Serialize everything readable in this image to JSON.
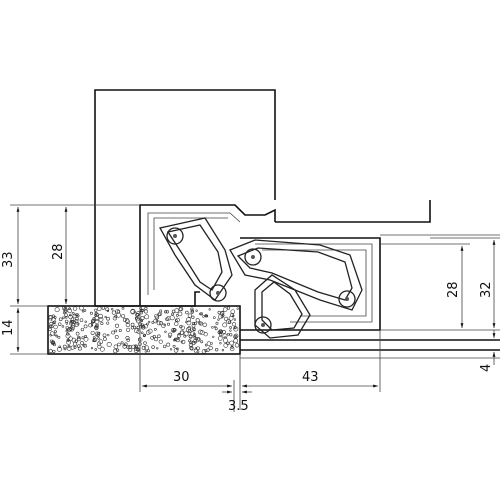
{
  "diagram": {
    "dimensions": {
      "d33": "33",
      "d28_left": "28",
      "d14": "14",
      "d30": "30",
      "d3_5": "3.5",
      "d43": "43",
      "d28_right": "28",
      "d32": "32",
      "d4": "4"
    },
    "colors": {
      "line": "#222222",
      "background": "#ffffff"
    }
  }
}
